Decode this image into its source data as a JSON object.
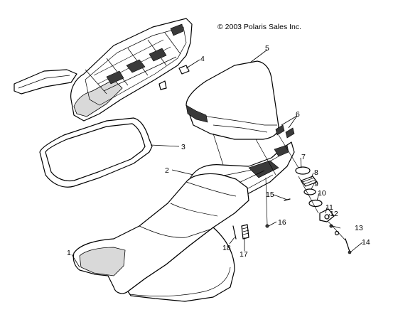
{
  "copyright": "© 2003 Polaris Sales Inc.",
  "callouts": [
    {
      "id": "1",
      "label": "1"
    },
    {
      "id": "2",
      "label": "2"
    },
    {
      "id": "3",
      "label": "3"
    },
    {
      "id": "4",
      "label": "4"
    },
    {
      "id": "5",
      "label": "5"
    },
    {
      "id": "6",
      "label": "6"
    },
    {
      "id": "7",
      "label": "7"
    },
    {
      "id": "8",
      "label": "8"
    },
    {
      "id": "9",
      "label": "9"
    },
    {
      "id": "10",
      "label": "10"
    },
    {
      "id": "11",
      "label": "11"
    },
    {
      "id": "12",
      "label": "12"
    },
    {
      "id": "13",
      "label": "13"
    },
    {
      "id": "14",
      "label": "14"
    },
    {
      "id": "15",
      "label": "15"
    },
    {
      "id": "16",
      "label": "16"
    },
    {
      "id": "17",
      "label": "17"
    },
    {
      "id": "18",
      "label": "18"
    }
  ]
}
